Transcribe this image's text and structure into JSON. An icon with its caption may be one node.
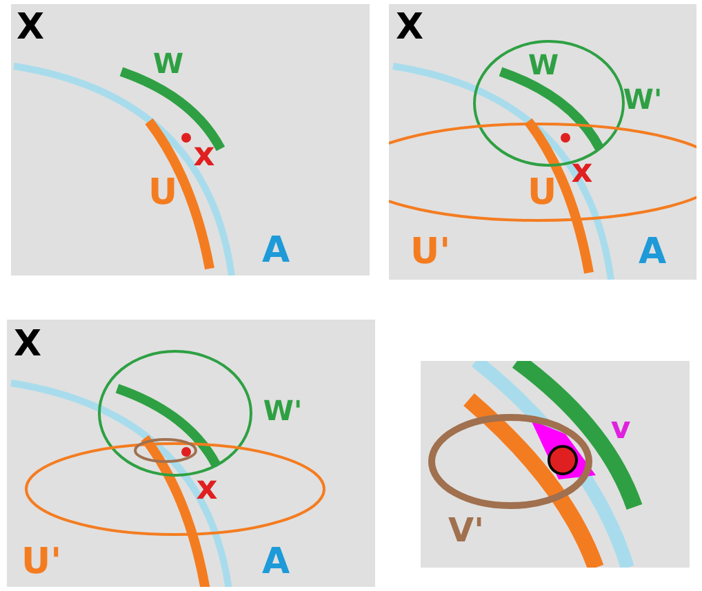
{
  "diagram": {
    "labels": [
      "X",
      "W",
      "x",
      "U",
      "A",
      "X",
      "W",
      "W'",
      "x",
      "U",
      "U'",
      "A",
      "X",
      "W'",
      "x",
      "U'",
      "A",
      "v",
      "V'"
    ]
  }
}
